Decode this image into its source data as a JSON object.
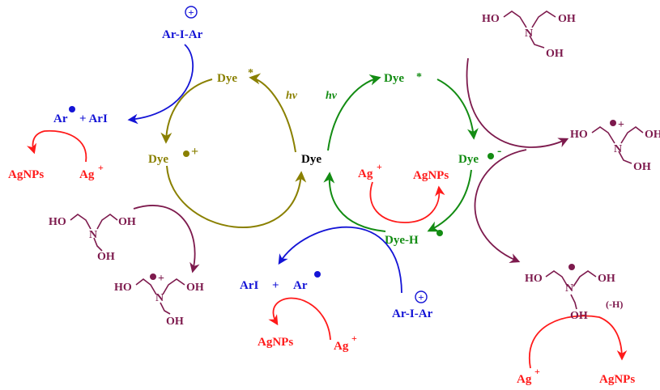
{
  "center": {
    "dye": "Dye"
  },
  "left_cycle": {
    "dye_excited": "Dye",
    "excited_star": "*",
    "hv": "hv",
    "dye_radical_cation": "Dye",
    "radical_cation_sign": "+",
    "iodonium_charge": "+",
    "iodonium": "Ar-I-Ar",
    "aryl_radical": "Ar",
    "plus_ari": "+ ArI",
    "agnps": "AgNPs",
    "ag_ion": "Ag",
    "ag_charge": "+"
  },
  "right_cycle": {
    "dye_excited": "Dye",
    "excited_star": "*",
    "hv": "hv",
    "dye_radical_anion": "Dye",
    "radical_anion_sign": "-",
    "dye_h": "Dye-H",
    "ag_ion": "Ag",
    "ag_charge": "+",
    "agnps": "AgNPs",
    "iodonium_charge": "+",
    "iodonium": "Ar-I-Ar",
    "ari": "ArI",
    "plus": "+",
    "aryl_radical": "Ar"
  },
  "amines": {
    "ho": "HO",
    "oh": "OH",
    "n": "N",
    "cation_sign": "+",
    "h_loss": "(-H)"
  },
  "bottom": {
    "agnps_center": "AgNPs",
    "ag_center": "Ag",
    "ag_center_charge": "+",
    "ag_right": "Ag",
    "ag_right_charge": "+",
    "agnps_right": "AgNPs"
  },
  "colors": {
    "olive": "#8a8000",
    "green": "#138c13",
    "blue": "#1414d6",
    "red": "#ff1a1a",
    "maroon": "#7d1a4d",
    "black": "#000000"
  }
}
